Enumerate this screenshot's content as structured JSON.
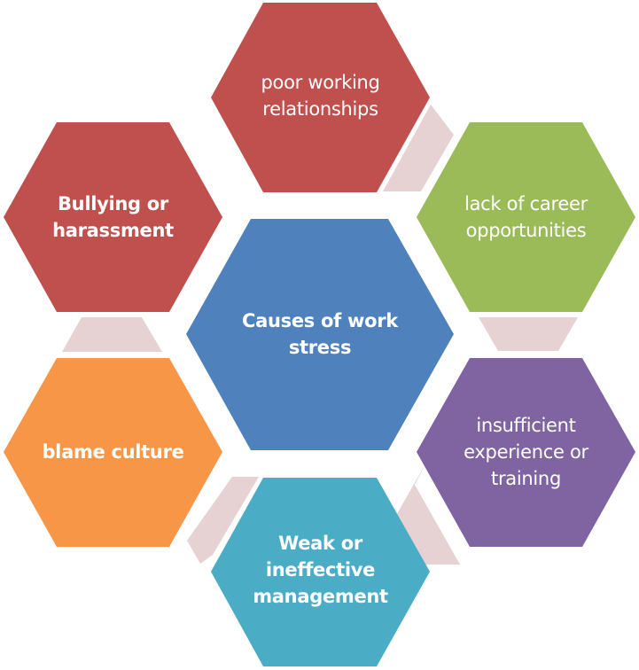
{
  "diagram": {
    "title": "Causes of work stress",
    "connector_color": "#E6D1D3",
    "center": {
      "label": "Causes of work\nstress",
      "color": "#4F81BD",
      "bold": true
    },
    "nodes": [
      {
        "id": "top",
        "label": "poor working\nrelationships",
        "color": "#C0504D",
        "bold": false
      },
      {
        "id": "upper-right",
        "label": "lack of career\nopportunities",
        "color": "#9BBB59",
        "bold": false
      },
      {
        "id": "lower-right",
        "label": "insufficient\nexperience or\ntraining",
        "color": "#8064A2",
        "bold": false
      },
      {
        "id": "bottom",
        "label": "Weak or\nineffective\nmanagement",
        "color": "#4BACC6",
        "bold": true
      },
      {
        "id": "lower-left",
        "label": "blame culture",
        "color": "#F79646",
        "bold": true
      },
      {
        "id": "upper-left",
        "label": "Bullying or\nharassment",
        "color": "#C0504D",
        "bold": true
      }
    ]
  }
}
